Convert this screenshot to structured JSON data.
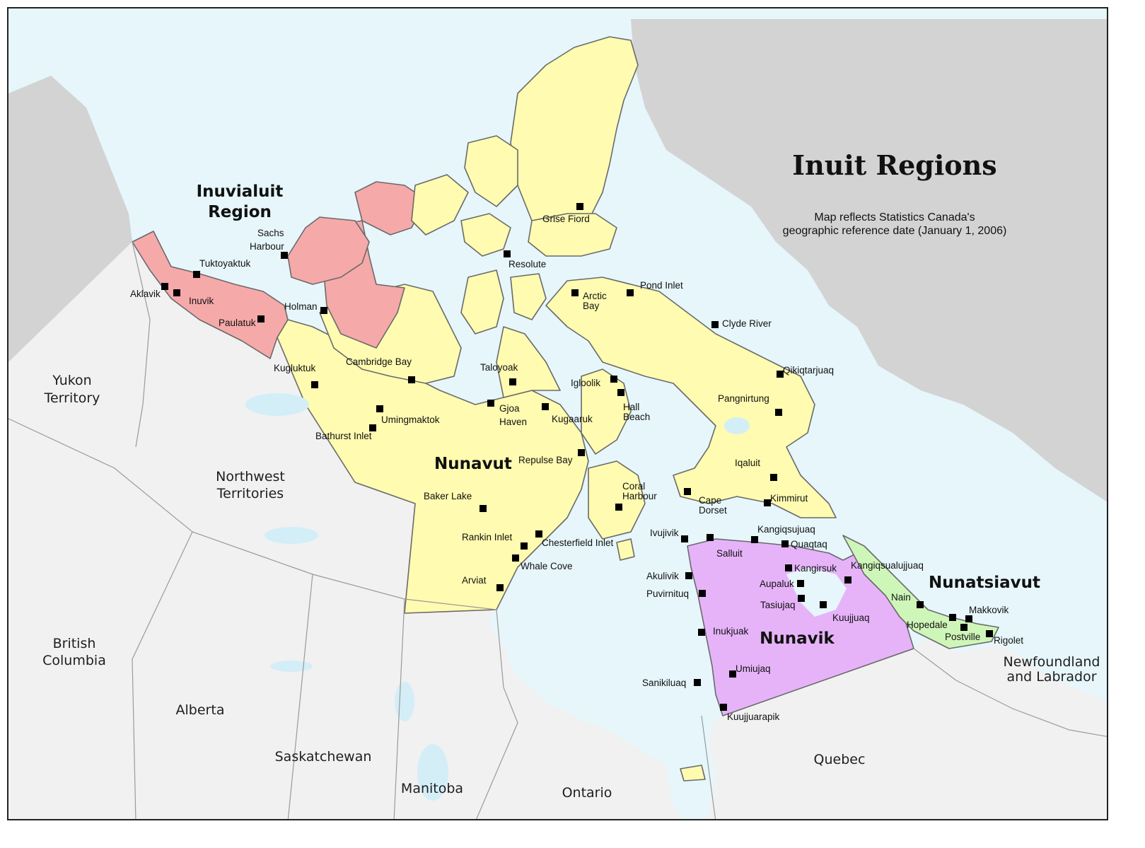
{
  "map": {
    "title": "Inuit Regions",
    "subtitle_line1": "Map reflects Statistics Canada's",
    "subtitle_line2": "geographic reference date (January 1, 2006)",
    "colors": {
      "ocean": "#e6f6fb",
      "land": "#f1f1f1",
      "foreign_land": "#d3d3d3",
      "inuvialuit": "#f6a9a9",
      "nunavut": "#fffbb0",
      "nunavik": "#e6b3f9",
      "nunatsiavut": "#cff6b9",
      "lake": "#d4eef8"
    },
    "regions": {
      "inuvialuit_l1": "Inuvialuit",
      "inuvialuit_l2": "Region",
      "nunavut": "Nunavut",
      "nunavik": "Nunavik",
      "nunatsiavut": "Nunatsiavut"
    },
    "provinces": {
      "yukon_l1": "Yukon",
      "yukon_l2": "Territory",
      "nwt_l1": "Northwest",
      "nwt_l2": "Territories",
      "bc_l1": "British",
      "bc_l2": "Columbia",
      "alberta": "Alberta",
      "saskatchewan": "Saskatchewan",
      "manitoba": "Manitoba",
      "ontario": "Ontario",
      "quebec": "Quebec",
      "nl_l1": "Newfoundland",
      "nl_l2": "and Labrador"
    },
    "communities": {
      "sachs_harbour_l1": "Sachs",
      "sachs_harbour_l2": "Harbour",
      "tuktoyaktuk": "Tuktoyaktuk",
      "aklavik": "Aklavik",
      "inuvik": "Inuvik",
      "paulatuk": "Paulatuk",
      "holman": "Holman",
      "grise_fiord": "Grise Fiord",
      "resolute": "Resolute",
      "pond_inlet": "Pond Inlet",
      "arctic_bay_l1": "Arctic",
      "arctic_bay_l2": "Bay",
      "clyde_river": "Clyde River",
      "qikiqtarjuaq": "Qikiqtarjuaq",
      "pangnirtung": "Pangnirtung",
      "iqaluit": "Iqaluit",
      "kimmirut": "Kimmirut",
      "cape_dorset_l1": "Cape",
      "cape_dorset_l2": "Dorset",
      "kugluktuk": "Kugluktuk",
      "cambridge_bay": "Cambridge Bay",
      "taloyoak": "Taloyoak",
      "igloolik": "Igloolik",
      "hall_beach_l1": "Hall",
      "hall_beach_l2": "Beach",
      "gjoa_haven_l1": "Gjoa",
      "gjoa_haven_l2": "Haven",
      "kugaaruk": "Kugaaruk",
      "umingmaktok": "Umingmaktok",
      "bathurst_inlet": "Bathurst Inlet",
      "repulse_bay": "Repulse Bay",
      "coral_harbour_l1": "Coral",
      "coral_harbour_l2": "Harbour",
      "baker_lake": "Baker Lake",
      "rankin_inlet": "Rankin Inlet",
      "chesterfield_inlet": "Chesterfield Inlet",
      "whale_cove": "Whale Cove",
      "arviat": "Arviat",
      "ivujivik": "Ivujivik",
      "salluit": "Salluit",
      "kangiqsujuaq": "Kangiqsujuaq",
      "quaqtaq": "Quaqtaq",
      "kangirsuk": "Kangirsuk",
      "aupaluk": "Aupaluk",
      "tasiujaq": "Tasiujaq",
      "kuujjuaq": "Kuujjuaq",
      "kangiqsualujjuaq": "Kangiqsualujjuaq",
      "akulivik": "Akulivik",
      "puvirnituq": "Puvirnituq",
      "inukjuak": "Inukjuak",
      "umiujaq": "Umiujaq",
      "sanikiluaq": "Sanikiluaq",
      "kuujjuarapik": "Kuujjuarapik",
      "nain": "Nain",
      "makkovik": "Makkovik",
      "hopedale": "Hopedale",
      "postville": "Postville",
      "rigolet": "Rigolet"
    }
  }
}
